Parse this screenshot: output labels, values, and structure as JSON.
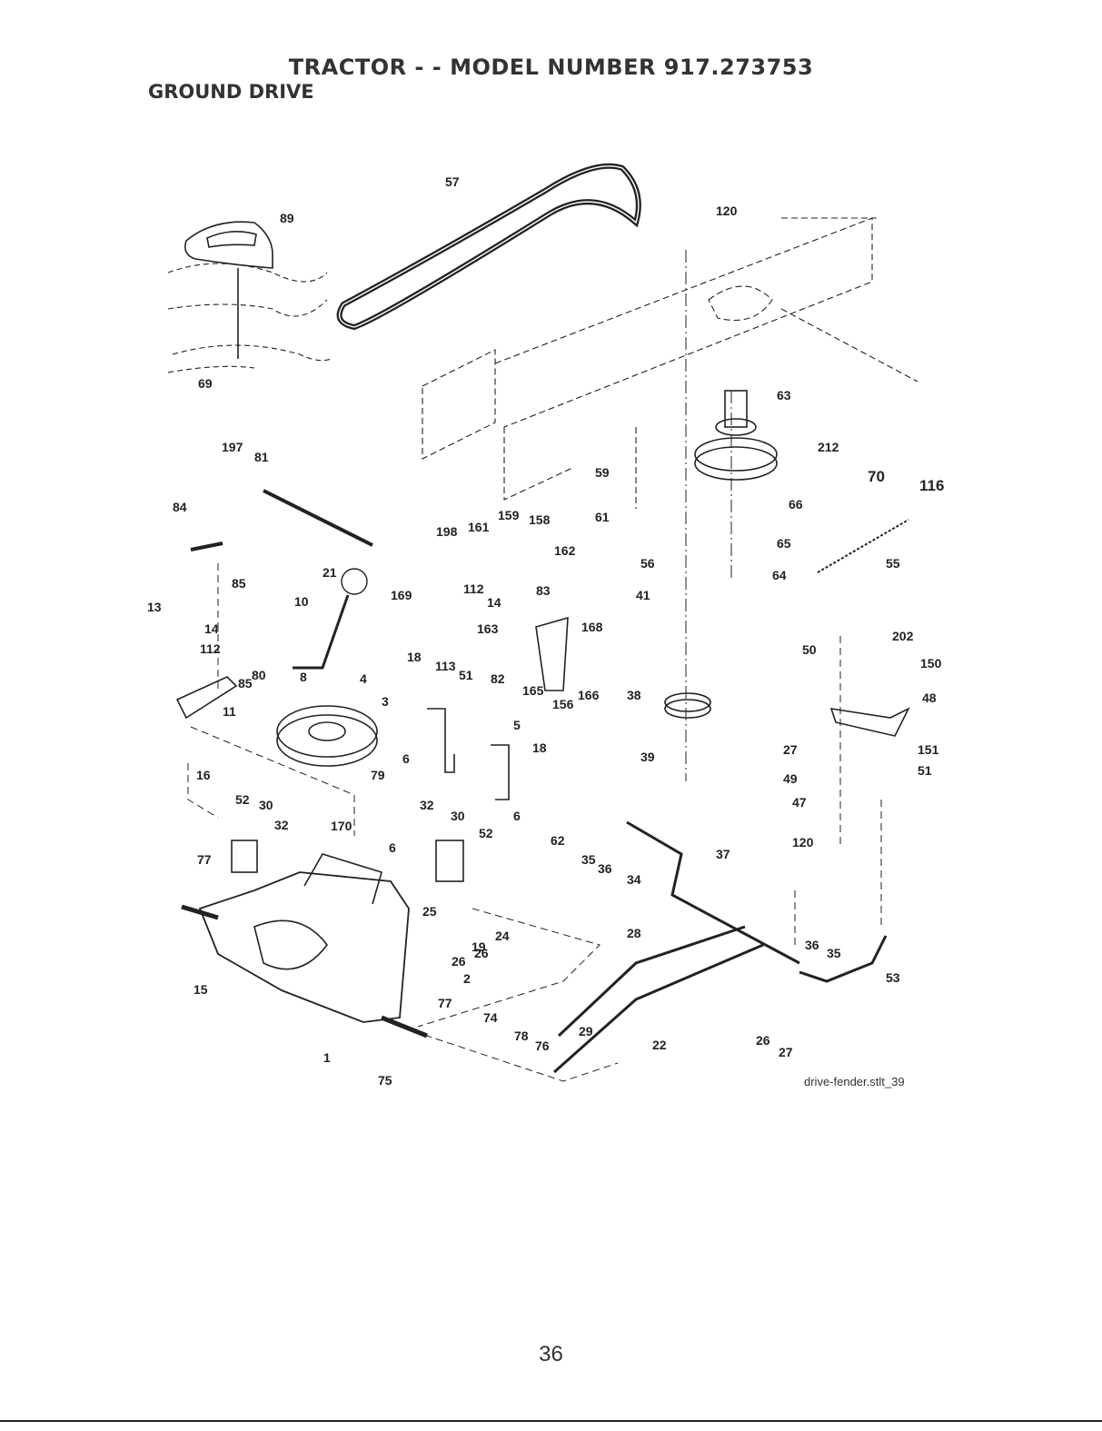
{
  "header": {
    "title": "TRACTOR - - MODEL NUMBER 917.273753",
    "section": "GROUND DRIVE"
  },
  "diagram": {
    "callouts": [
      {
        "id": "57",
        "label": "57"
      },
      {
        "id": "89",
        "label": "89"
      },
      {
        "id": "120a",
        "label": "120"
      },
      {
        "id": "69",
        "label": "69"
      },
      {
        "id": "63",
        "label": "63"
      },
      {
        "id": "212",
        "label": "212"
      },
      {
        "id": "70",
        "label": "70"
      },
      {
        "id": "116",
        "label": "116"
      },
      {
        "id": "197",
        "label": "197"
      },
      {
        "id": "81",
        "label": "81"
      },
      {
        "id": "59",
        "label": "59"
      },
      {
        "id": "66",
        "label": "66"
      },
      {
        "id": "84",
        "label": "84"
      },
      {
        "id": "198",
        "label": "198"
      },
      {
        "id": "161",
        "label": "161"
      },
      {
        "id": "159",
        "label": "159"
      },
      {
        "id": "158",
        "label": "158"
      },
      {
        "id": "61",
        "label": "61"
      },
      {
        "id": "65",
        "label": "65"
      },
      {
        "id": "162",
        "label": "162"
      },
      {
        "id": "56",
        "label": "56"
      },
      {
        "id": "55",
        "label": "55"
      },
      {
        "id": "64",
        "label": "64"
      },
      {
        "id": "85a",
        "label": "85"
      },
      {
        "id": "21",
        "label": "21"
      },
      {
        "id": "169",
        "label": "169"
      },
      {
        "id": "112a",
        "label": "112"
      },
      {
        "id": "83",
        "label": "83"
      },
      {
        "id": "14a",
        "label": "14"
      },
      {
        "id": "10",
        "label": "10"
      },
      {
        "id": "41",
        "label": "41"
      },
      {
        "id": "13",
        "label": "13"
      },
      {
        "id": "14b",
        "label": "14"
      },
      {
        "id": "163",
        "label": "163"
      },
      {
        "id": "168",
        "label": "168"
      },
      {
        "id": "112b",
        "label": "112"
      },
      {
        "id": "202",
        "label": "202"
      },
      {
        "id": "50",
        "label": "50"
      },
      {
        "id": "150",
        "label": "150"
      },
      {
        "id": "18a",
        "label": "18"
      },
      {
        "id": "113",
        "label": "113"
      },
      {
        "id": "80",
        "label": "80"
      },
      {
        "id": "8",
        "label": "8"
      },
      {
        "id": "4",
        "label": "4"
      },
      {
        "id": "82",
        "label": "82"
      },
      {
        "id": "85b",
        "label": "85"
      },
      {
        "id": "51a",
        "label": "51"
      },
      {
        "id": "165",
        "label": "165"
      },
      {
        "id": "166",
        "label": "166"
      },
      {
        "id": "38",
        "label": "38"
      },
      {
        "id": "48",
        "label": "48"
      },
      {
        "id": "156",
        "label": "156"
      },
      {
        "id": "3",
        "label": "3"
      },
      {
        "id": "11",
        "label": "11"
      },
      {
        "id": "5",
        "label": "5"
      },
      {
        "id": "18b",
        "label": "18"
      },
      {
        "id": "27a",
        "label": "27"
      },
      {
        "id": "151",
        "label": "151"
      },
      {
        "id": "6a",
        "label": "6"
      },
      {
        "id": "39",
        "label": "39"
      },
      {
        "id": "51b",
        "label": "51"
      },
      {
        "id": "16",
        "label": "16"
      },
      {
        "id": "79",
        "label": "79"
      },
      {
        "id": "49",
        "label": "49"
      },
      {
        "id": "47",
        "label": "47"
      },
      {
        "id": "52a",
        "label": "52"
      },
      {
        "id": "30a",
        "label": "30"
      },
      {
        "id": "32a",
        "label": "32"
      },
      {
        "id": "6b",
        "label": "6"
      },
      {
        "id": "32b",
        "label": "32"
      },
      {
        "id": "30b",
        "label": "30"
      },
      {
        "id": "170",
        "label": "170"
      },
      {
        "id": "62",
        "label": "62"
      },
      {
        "id": "52b",
        "label": "52"
      },
      {
        "id": "120b",
        "label": "120"
      },
      {
        "id": "6c",
        "label": "6"
      },
      {
        "id": "37",
        "label": "37"
      },
      {
        "id": "35a",
        "label": "35"
      },
      {
        "id": "36a",
        "label": "36"
      },
      {
        "id": "77a",
        "label": "77"
      },
      {
        "id": "34",
        "label": "34"
      },
      {
        "id": "25",
        "label": "25"
      },
      {
        "id": "24",
        "label": "24"
      },
      {
        "id": "28",
        "label": "28"
      },
      {
        "id": "36b",
        "label": "36"
      },
      {
        "id": "35b",
        "label": "35"
      },
      {
        "id": "19",
        "label": "19"
      },
      {
        "id": "26a",
        "label": "26"
      },
      {
        "id": "26b",
        "label": "26"
      },
      {
        "id": "2",
        "label": "2"
      },
      {
        "id": "53",
        "label": "53"
      },
      {
        "id": "15",
        "label": "15"
      },
      {
        "id": "77b",
        "label": "77"
      },
      {
        "id": "74",
        "label": "74"
      },
      {
        "id": "29",
        "label": "29"
      },
      {
        "id": "78",
        "label": "78"
      },
      {
        "id": "76",
        "label": "76"
      },
      {
        "id": "22",
        "label": "22"
      },
      {
        "id": "26c",
        "label": "26"
      },
      {
        "id": "27b",
        "label": "27"
      },
      {
        "id": "1",
        "label": "1"
      },
      {
        "id": "75",
        "label": "75"
      }
    ],
    "source_label": "drive-fender.stlt_39"
  },
  "footer": {
    "page_number": "36"
  }
}
